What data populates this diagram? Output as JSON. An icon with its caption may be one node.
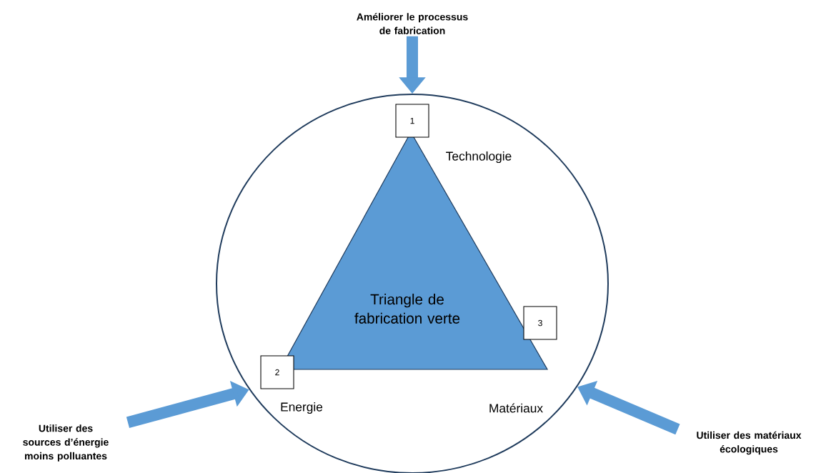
{
  "diagram": {
    "nodes": [
      {
        "text": [],
        "shape": "circle"
      },
      {
        "text": [
          "Triangle de fabrication verte"
        ],
        "in": 0
      },
      {
        "text": [
          "1"
        ],
        "in": 0
      },
      {
        "text": [
          "2"
        ],
        "in": 0
      },
      {
        "text": [
          "3"
        ],
        "in": 0
      },
      {
        "text": [
          "Améliorer le processus de fabrication"
        ]
      },
      {
        "text": [
          "Utiliser des sources d’énergie moins polluantes"
        ]
      },
      {
        "text": [
          "Utiliser des matériaux écologiques"
        ]
      }
    ],
    "edges": [
      {
        "from": 5,
        "to": 0,
        "arrow": "to"
      },
      {
        "from": 6,
        "to": 0,
        "arrow": "to"
      },
      {
        "from": 7,
        "to": 0,
        "arrow": "to"
      }
    ],
    "labels": [
      "Technologie",
      "Energie",
      "Matériaux"
    ]
  }
}
